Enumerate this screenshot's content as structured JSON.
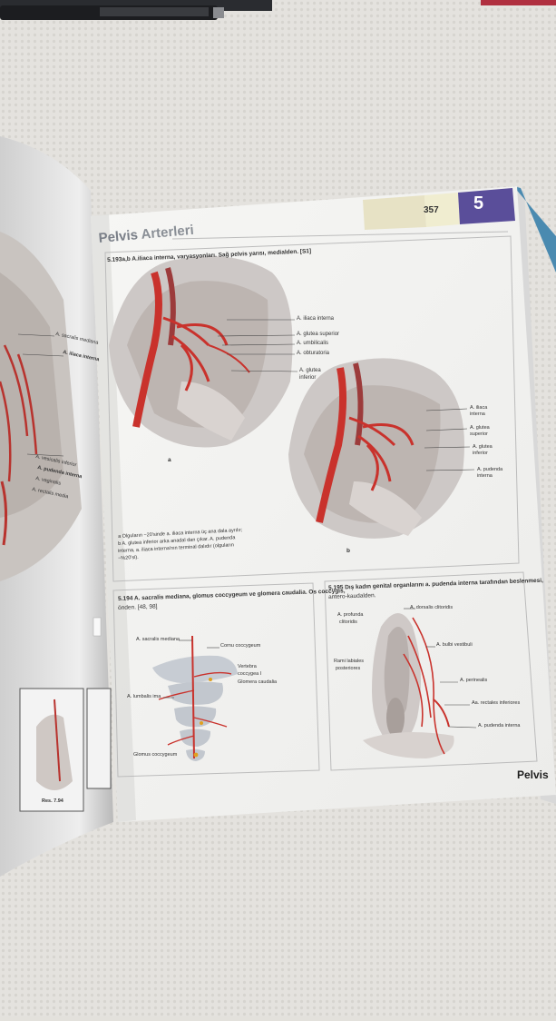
{
  "page": {
    "title_a": "Pelvis",
    "title_b": " Arterleri",
    "page_number": "357",
    "chapter": "5",
    "footer": "Pelvis"
  },
  "fig_193": {
    "caption": "5.193a,b A.iliaca interna, varyasyonları. Sağ pelvis yarısı, medialden. [S1]",
    "labels_a": [
      "A. iliaca interna",
      "A. glutea superior",
      "A. umbilicalis",
      "A. obturatoria",
      "A. glutea",
      "inferior"
    ],
    "labels_b": [
      "A. iliaca",
      "interna",
      "A. glutea",
      "superior",
      "A. glutea",
      "inferior",
      "A. pudenda",
      "interna"
    ],
    "panel_a": "a",
    "panel_b": "b",
    "note": [
      "a Olguların ~20'sinde a. iliaca interna üç ana dala ayrılır;",
      "b A. glutea inferior arka anadal dan çıkar. A. pudenda",
      "interna, a. iliaca interna'nın terminal dalıdır (olguların",
      "~%20'si)."
    ]
  },
  "fig_194": {
    "caption": [
      "5.194 A. sacralis mediana, glomus coccygeum ve glomera caudalia. Os coccygis,",
      "önden. [48, 98]"
    ],
    "labels": [
      "A. sacralis mediana",
      "Cornu coccygeum",
      "Vertebra",
      "coccygea I",
      "Glomera caudalia",
      "A. lumbalis ima",
      "Glomus coccygeum"
    ]
  },
  "fig_195": {
    "caption": [
      "5.195 Dış kadın genital organlarını a. pudenda interna tarafından beslenmesi,",
      "antero-kaudalden."
    ],
    "labels": [
      "A. dorsalis clitoridis",
      "A. profunda",
      "clitoridis",
      "A. bulbi vestibuli",
      "Rami labiales",
      "posteriores",
      "A. perinealis",
      "Aa. rectales inferiores",
      "A. pudenda interna"
    ]
  },
  "left_page": {
    "labels": [
      "A. sacralis mediana",
      "A. iliaca interna",
      "A. vesicalis inferior",
      "A. pudenda interna",
      "A. vaginalis",
      "A. rectalis media"
    ],
    "thumb_ref": "Res. 7.94"
  }
}
